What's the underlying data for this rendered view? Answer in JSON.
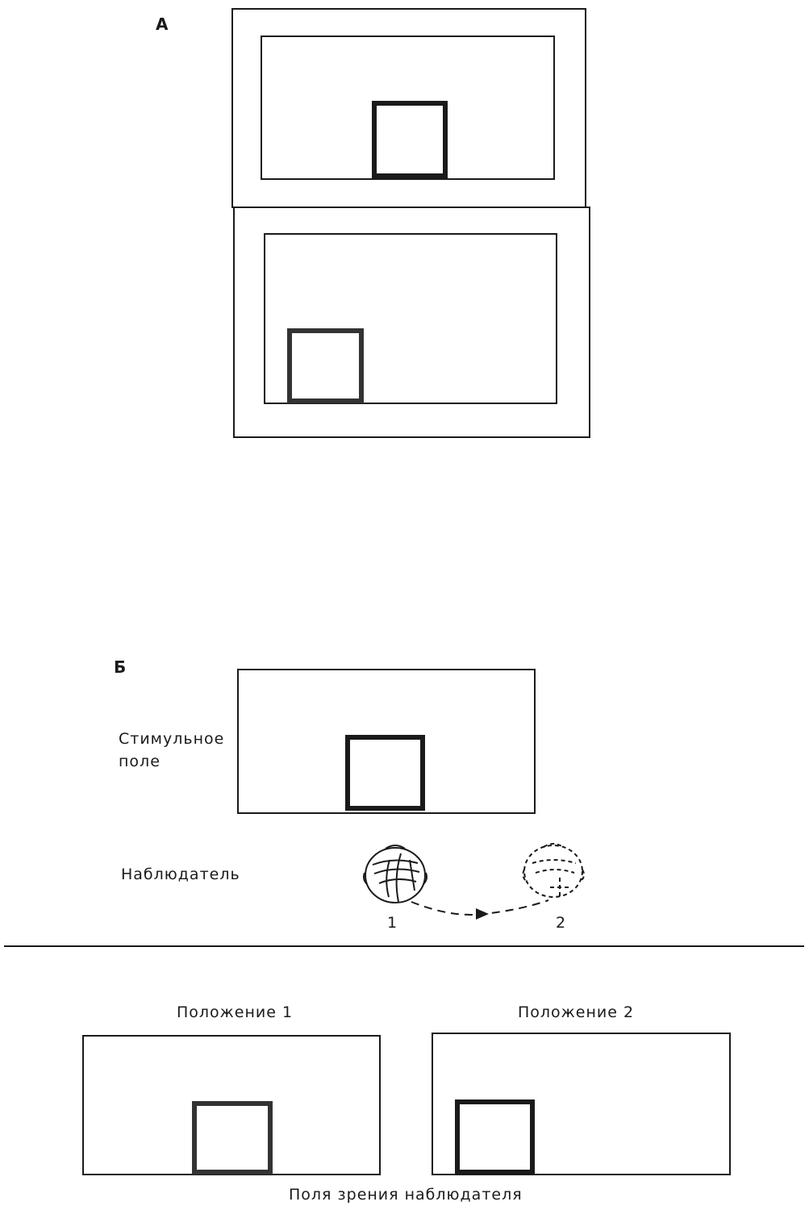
{
  "panel_a": {
    "letter": "А"
  },
  "panel_b": {
    "letter": "Б",
    "stimulus_field_label_line1": "Стимульное",
    "stimulus_field_label_line2": "поле",
    "observer_label": "Наблюдатель",
    "position_marker_1": "1",
    "position_marker_2": "2",
    "position_1_title": "Положение 1",
    "position_2_title": "Положение 2",
    "fields_of_view_caption": "Поля зрения наблюдателя"
  },
  "colors": {
    "ink": "#1a1a1a",
    "paper": "#ffffff"
  }
}
